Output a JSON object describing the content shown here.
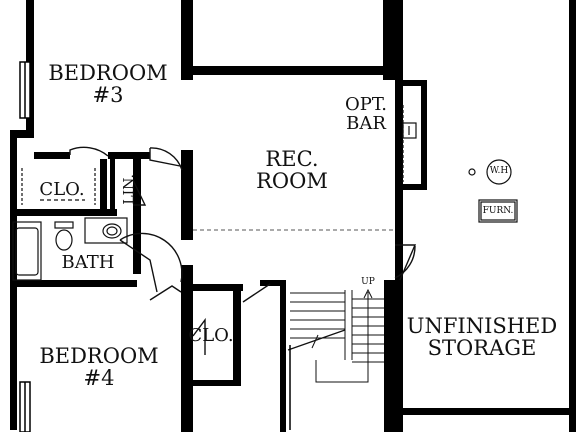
{
  "rooms": {
    "bedroom3": {
      "line1": "BEDROOM",
      "line2": "#3"
    },
    "bedroom4": {
      "line1": "BEDROOM",
      "line2": "#4"
    },
    "rec_room": {
      "line1": "REC.",
      "line2": "ROOM"
    },
    "opt_bar": {
      "line1": "OPT.",
      "line2": "BAR"
    },
    "closet_upper": "CLO.",
    "closet_lower": "CLO.",
    "linen": "LIN.",
    "bath": "BATH",
    "unfinished": {
      "line1": "UNFINISHED",
      "line2": "STORAGE"
    }
  },
  "fixtures": {
    "water_heater": "W.H",
    "furnace": "FURN."
  },
  "stairs": {
    "direction": "UP"
  },
  "colors": {
    "wall": "#000000",
    "line": "#222222",
    "background": "#ffffff"
  }
}
